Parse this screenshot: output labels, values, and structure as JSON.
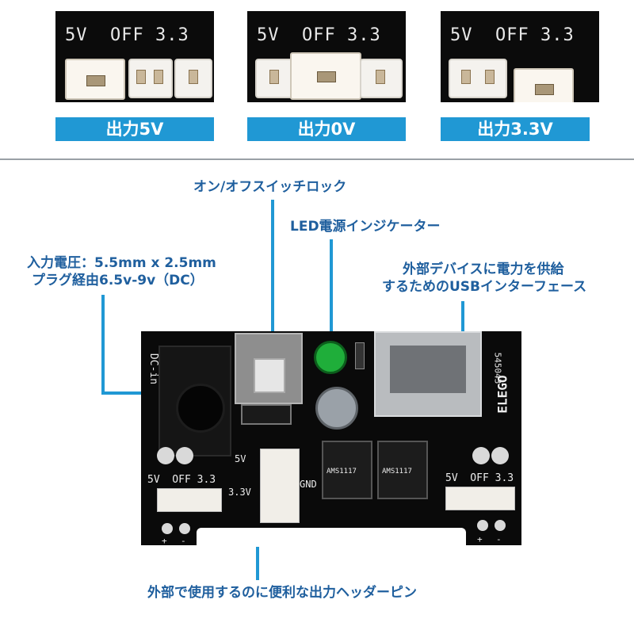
{
  "top_panels": [
    {
      "silk": "5V  OFF 3.3",
      "label": "出力5V"
    },
    {
      "silk": "5V  OFF 3.3",
      "label": "出力0V"
    },
    {
      "silk": "5V  OFF 3.3",
      "label": "出力3.3V"
    }
  ],
  "callouts": {
    "switch": "オン/オフスイッチロック",
    "led": "LED電源インジケーター",
    "power_in_line1": "入力電圧：5.5mm x 2.5mm",
    "power_in_line2": "プラグ経由6.5v-9v（DC）",
    "usb_line1": "外部デバイスに電力を供給",
    "usb_line2": "するためのUSBインターフェース",
    "header": "外部で使用するのに便利な出力ヘッダーピン"
  },
  "board_silk": {
    "dc": "DC-in",
    "brand": "ELEGO",
    "code": "545043",
    "left_sel": "5V  OFF 3.3",
    "right_sel": "5V  OFF 3.3",
    "v5": "5V",
    "v33": "3.3V",
    "gnd": "GND",
    "plus": "+",
    "minus": "-",
    "reg1": "AMS1117",
    "reg2": "AMS1117"
  },
  "colors": {
    "accent": "#2098d4",
    "callout_text": "#1f5f9e",
    "board": "#0a0a0a",
    "led": "#1fae3a"
  }
}
